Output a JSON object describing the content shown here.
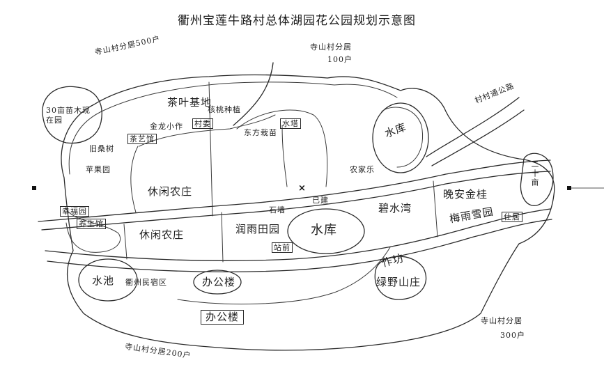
{
  "map": {
    "title": "衢州宝莲牛路村总体湖园花公园规划示意图",
    "labels": {
      "north_village": "寺山村分居",
      "north_village_count": "100户",
      "nw_village": "寺山村分居500户",
      "seedling_garden": "30亩苗木现在园",
      "tea_farm": "茶叶基地",
      "walnut_park": "核桃种植",
      "guanlong_lbl": "金龙小作",
      "teahouse": "茶艺馆",
      "hall_box": "村委",
      "ag_farm": "旧桑树",
      "apple_farm": "苹果园",
      "east_orchard": "东方栽苗",
      "pump_box": "水塔",
      "reservoir_top": "水库",
      "farmhouse": "农家乐",
      "road_label": "村村通公路",
      "twenty_mu": "二十亩",
      "old_wall": "石墙",
      "landscape_field_1": "休闲农庄",
      "landscape_field_2": "休闲农庄",
      "orchard_field": "润雨田园",
      "station": "站前",
      "reservoir_mid": "水库",
      "bishui_bay": "碧水湾",
      "bamboo": "晚安金桂",
      "rain_tea": "梅雨雪园",
      "health_box": "仕居",
      "pool_sw": "水池",
      "village_house": "衢州民宿区",
      "office_oval": "办公楼",
      "office_box": "办公楼",
      "workshop": "作坊",
      "seed_hill": "绿野山庄",
      "se_village": "寺山村分居",
      "se_village_count": "300户",
      "sw_village": "寺山村分居200户",
      "left_box_1": "幸福园",
      "left_box_2": "养生馆",
      "mid_mark": "已建"
    }
  }
}
